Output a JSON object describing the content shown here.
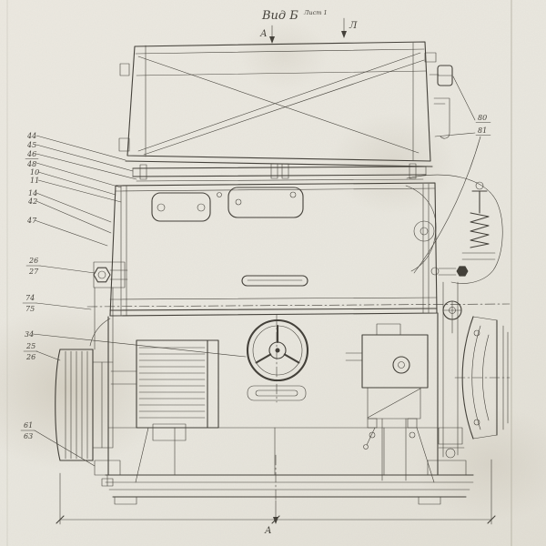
{
  "colors": {
    "paper": "#e9e7df",
    "ink": "#35322b"
  },
  "header": {
    "view_label": "Вид Б",
    "sheet_note": "Лист 1",
    "section_label": "А",
    "axis_label": "Л"
  },
  "footer": {
    "section_label": "А"
  },
  "callouts": {
    "left": [
      {
        "label": "44"
      },
      {
        "label": "45"
      },
      {
        "label": "46"
      },
      {
        "label": "48"
      },
      {
        "label": "10"
      },
      {
        "label": "11"
      },
      {
        "label": "14"
      },
      {
        "label": "42"
      },
      {
        "label": "47"
      },
      {
        "label": "26"
      },
      {
        "label": "27"
      },
      {
        "label": "74"
      },
      {
        "label": "75"
      },
      {
        "label": "34"
      },
      {
        "label": "25"
      },
      {
        "label": "26"
      },
      {
        "label": "61"
      },
      {
        "label": "63"
      }
    ],
    "right": [
      {
        "label": "80"
      },
      {
        "label": "81"
      }
    ]
  }
}
